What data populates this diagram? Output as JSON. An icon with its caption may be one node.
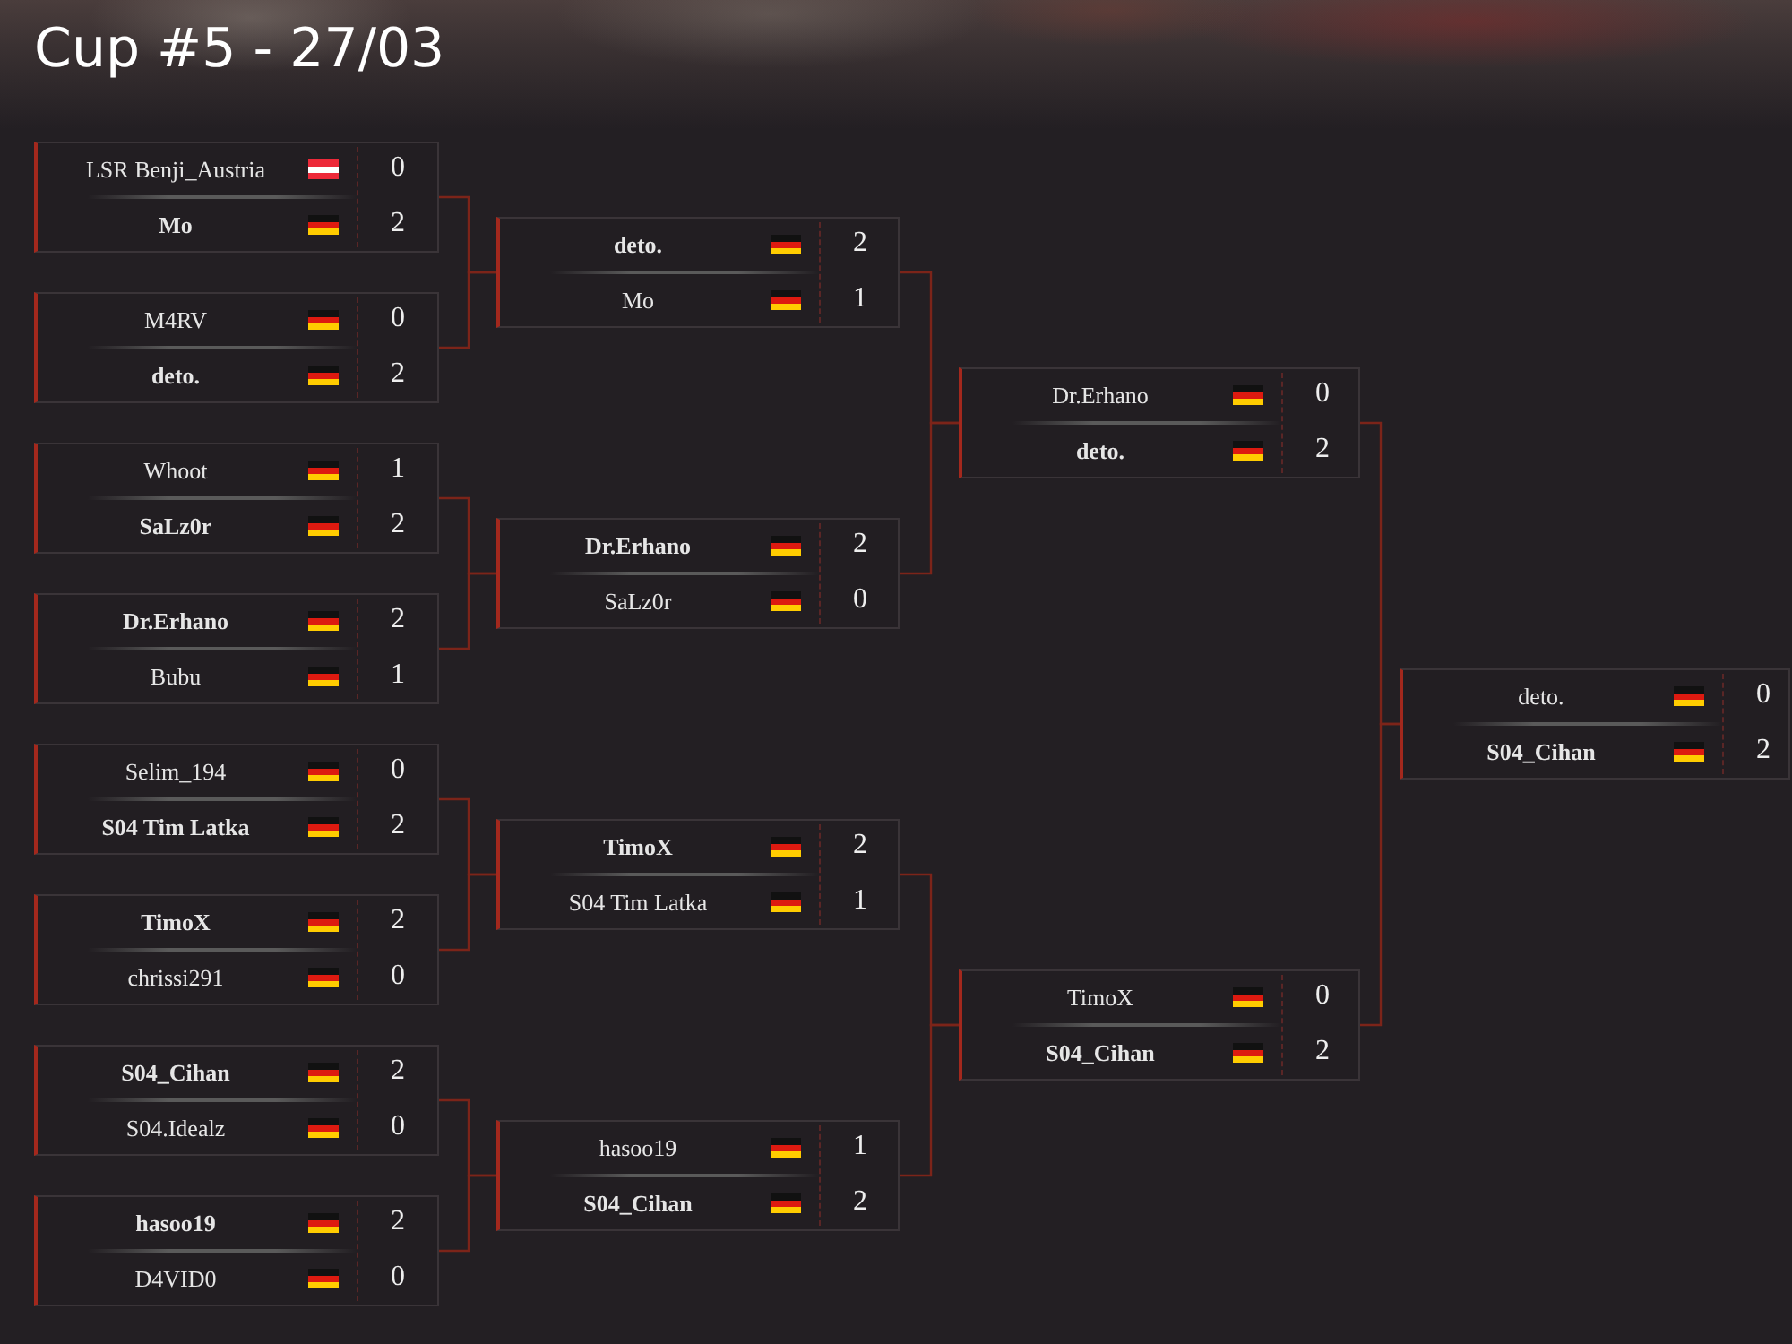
{
  "diagram": {
    "title": "Cup #5 - 27/03",
    "nodes": [
      {
        "text": [
          "LSR Benji_Austria",
          "0",
          "Mo",
          "2"
        ]
      },
      {
        "text": [
          "M4RV",
          "0",
          "deto.",
          "2"
        ]
      },
      {
        "text": [
          "Whoot",
          "1",
          "SaLz0r",
          "2"
        ]
      },
      {
        "text": [
          "Dr.Erhano",
          "2",
          "Bubu",
          "1"
        ]
      },
      {
        "text": [
          "Selim_194",
          "0",
          "S04 Tim Latka",
          "2"
        ]
      },
      {
        "text": [
          "TimoX",
          "2",
          "chrissi291",
          "0"
        ]
      },
      {
        "text": [
          "S04_Cihan",
          "2",
          "S04.Idealz",
          "0"
        ]
      },
      {
        "text": [
          "hasoo19",
          "2",
          "D4VID0",
          "0"
        ]
      },
      {
        "text": [
          "deto.",
          "2",
          "Mo",
          "1"
        ]
      },
      {
        "text": [
          "Dr.Erhano",
          "2",
          "SaLz0r",
          "0"
        ]
      },
      {
        "text": [
          "TimoX",
          "2",
          "S04 Tim Latka",
          "1"
        ]
      },
      {
        "text": [
          "hasoo19",
          "1",
          "S04_Cihan",
          "2"
        ]
      },
      {
        "text": [
          "Dr.Erhano",
          "0",
          "deto.",
          "2"
        ]
      },
      {
        "text": [
          "TimoX",
          "0",
          "S04_Cihan",
          "2"
        ]
      },
      {
        "text": [
          "deto.",
          "0",
          "S04_Cihan",
          "2"
        ]
      }
    ],
    "edges": [
      {
        "from": 0,
        "to": 8,
        "arrow": "none"
      },
      {
        "from": 1,
        "to": 8,
        "arrow": "none"
      },
      {
        "from": 2,
        "to": 9,
        "arrow": "none"
      },
      {
        "from": 3,
        "to": 9,
        "arrow": "none"
      },
      {
        "from": 4,
        "to": 10,
        "arrow": "none"
      },
      {
        "from": 5,
        "to": 10,
        "arrow": "none"
      },
      {
        "from": 6,
        "to": 11,
        "arrow": "none"
      },
      {
        "from": 7,
        "to": 11,
        "arrow": "none"
      },
      {
        "from": 8,
        "to": 12,
        "arrow": "none"
      },
      {
        "from": 9,
        "to": 12,
        "arrow": "none"
      },
      {
        "from": 10,
        "to": 13,
        "arrow": "none"
      },
      {
        "from": 11,
        "to": 13,
        "arrow": "none"
      },
      {
        "from": 12,
        "to": 14,
        "arrow": "none"
      },
      {
        "from": 13,
        "to": 14,
        "arrow": "none"
      }
    ]
  }
}
